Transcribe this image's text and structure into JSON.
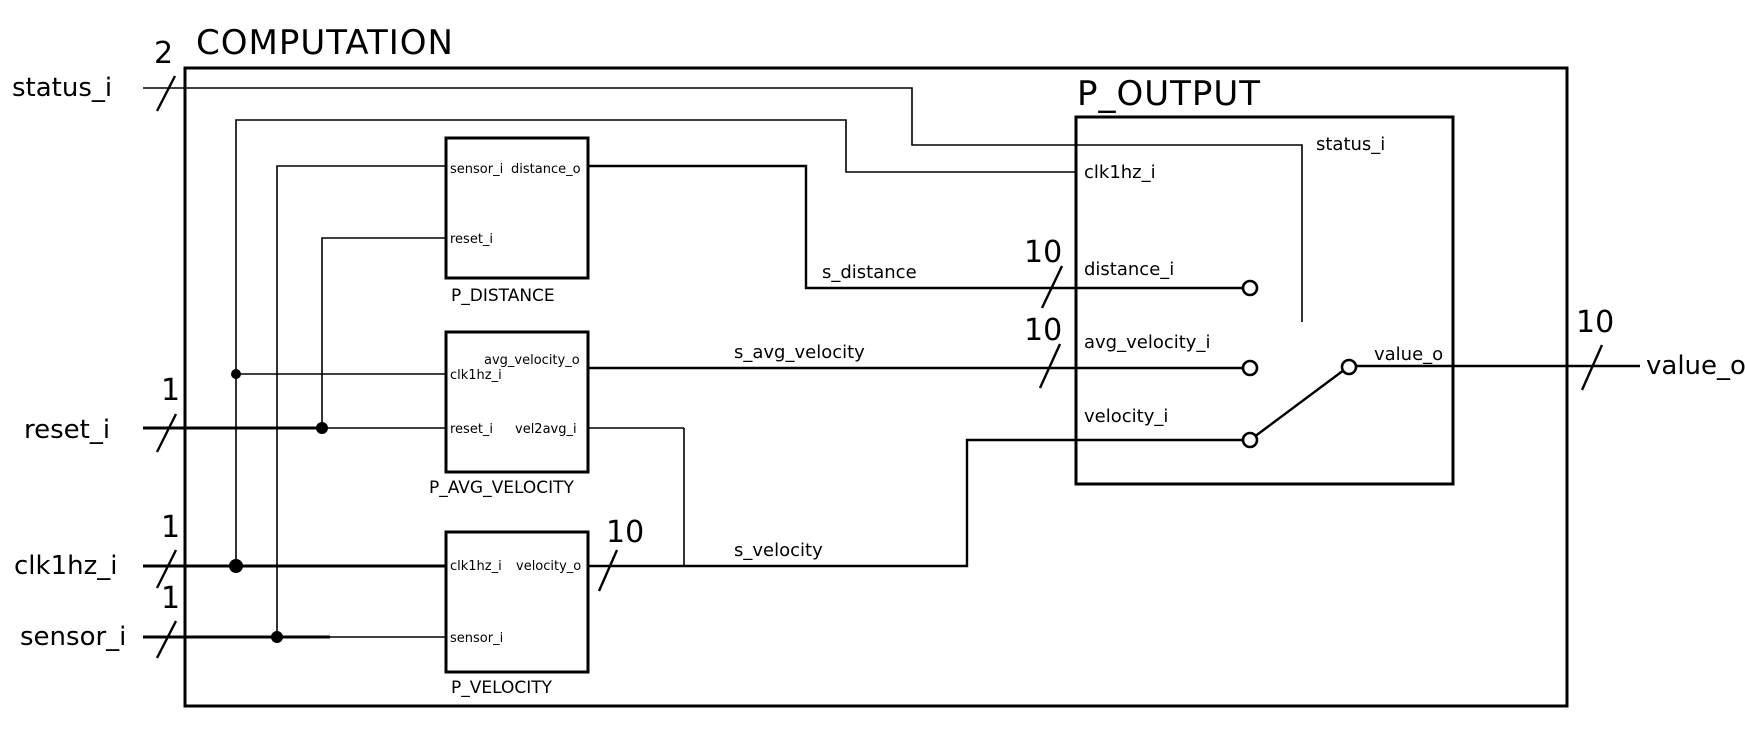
{
  "title": "COMPUTATION",
  "inputs": {
    "status": "status_i",
    "reset": "reset_i",
    "clk": "clk1hz_i",
    "sensor": "sensor_i"
  },
  "output": "value_o",
  "bus_widths": {
    "status": "2",
    "reset": "1",
    "clk": "1",
    "sensor": "1",
    "value_out": "10",
    "velocity_out": "10",
    "distance_in": "10",
    "avg_velocity_in": "10"
  },
  "blocks": {
    "distance": {
      "name": "P_DISTANCE",
      "ports": {
        "sensor": "sensor_i",
        "distance": "distance_o",
        "reset": "reset_i"
      }
    },
    "avg_velocity": {
      "name": "P_AVG_VELOCITY",
      "ports": {
        "avg": "avg_velocity_o",
        "clk": "clk1hz_i",
        "reset": "reset_i",
        "vel2avg": "vel2avg_i"
      }
    },
    "velocity": {
      "name": "P_VELOCITY",
      "ports": {
        "clk": "clk1hz_i",
        "velocity": "velocity_o",
        "sensor": "sensor_i"
      }
    },
    "output": {
      "name": "P_OUTPUT",
      "ports": {
        "status": "status_i",
        "clk": "clk1hz_i",
        "distance": "distance_i",
        "avg_velocity": "avg_velocity_i",
        "velocity": "velocity_i",
        "value": "value_o"
      }
    }
  },
  "signals": {
    "distance": "s_distance",
    "avg_velocity": "s_avg_velocity",
    "velocity": "s_velocity"
  }
}
